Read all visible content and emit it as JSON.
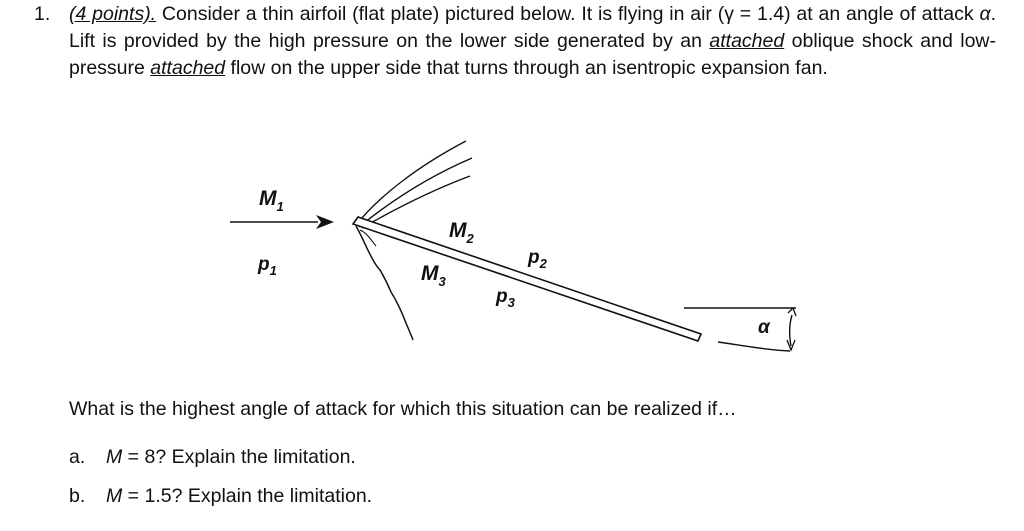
{
  "problem": {
    "number": "1.",
    "points": "(4 points).",
    "stem_1": " Consider a thin airfoil (flat plate) pictured below. It is flying in air (γ = 1.4) at an angle of attack ",
    "alpha": "α",
    "stem_2": ". Lift is provided by the high pressure on the lower side generated by an ",
    "attached_1": "attached",
    "stem_3": " oblique shock and low-pressure ",
    "attached_2": "attached",
    "stem_4": " flow on the upper side that turns through an isentropic expansion fan."
  },
  "figure": {
    "M1": "M",
    "M1_sub": "1",
    "p1": "p",
    "p1_sub": "1",
    "M2": "M",
    "M2_sub": "2",
    "p2": "p",
    "p2_sub": "2",
    "M3": "M",
    "M3_sub": "3",
    "p3": "p",
    "p3_sub": "3",
    "alpha": "α"
  },
  "question": {
    "text": "What is the highest angle of attack for which this situation can be realized if…",
    "parts": [
      {
        "label": "a.",
        "var": "M",
        "rest": " = 8? Explain the limitation."
      },
      {
        "label": "b.",
        "var": "M",
        "rest": " = 1.5? Explain the limitation."
      }
    ]
  }
}
